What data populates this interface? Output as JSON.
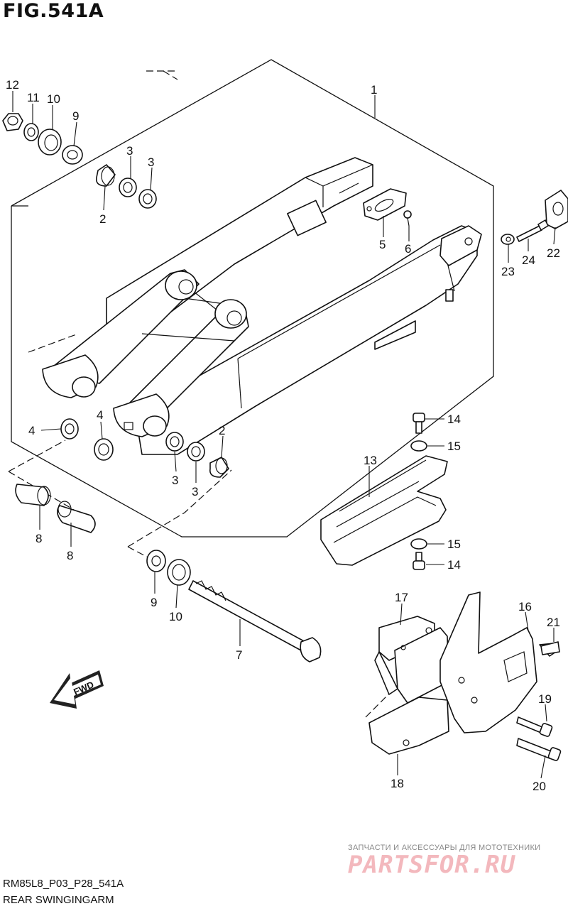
{
  "figure": {
    "title": "FIG.541A"
  },
  "footer": {
    "code": "RM85L8_P03_P28_541A",
    "title": "REAR SWINGINGARM"
  },
  "direction_marker": "FWD",
  "watermark": {
    "tagline": "ЗАПЧАСТИ И АКСЕССУАРЫ ДЛЯ МОТОТЕХНИКИ",
    "logo": "PARTSFOR.RU"
  },
  "callouts": [
    "12",
    "11",
    "10",
    "9",
    "3",
    "3",
    "2",
    "1",
    "5",
    "6",
    "22",
    "24",
    "23",
    "4",
    "4",
    "2",
    "3",
    "3",
    "8",
    "8",
    "14",
    "15",
    "13",
    "15",
    "14",
    "9",
    "10",
    "7",
    "17",
    "16",
    "21",
    "19",
    "20",
    "18"
  ]
}
